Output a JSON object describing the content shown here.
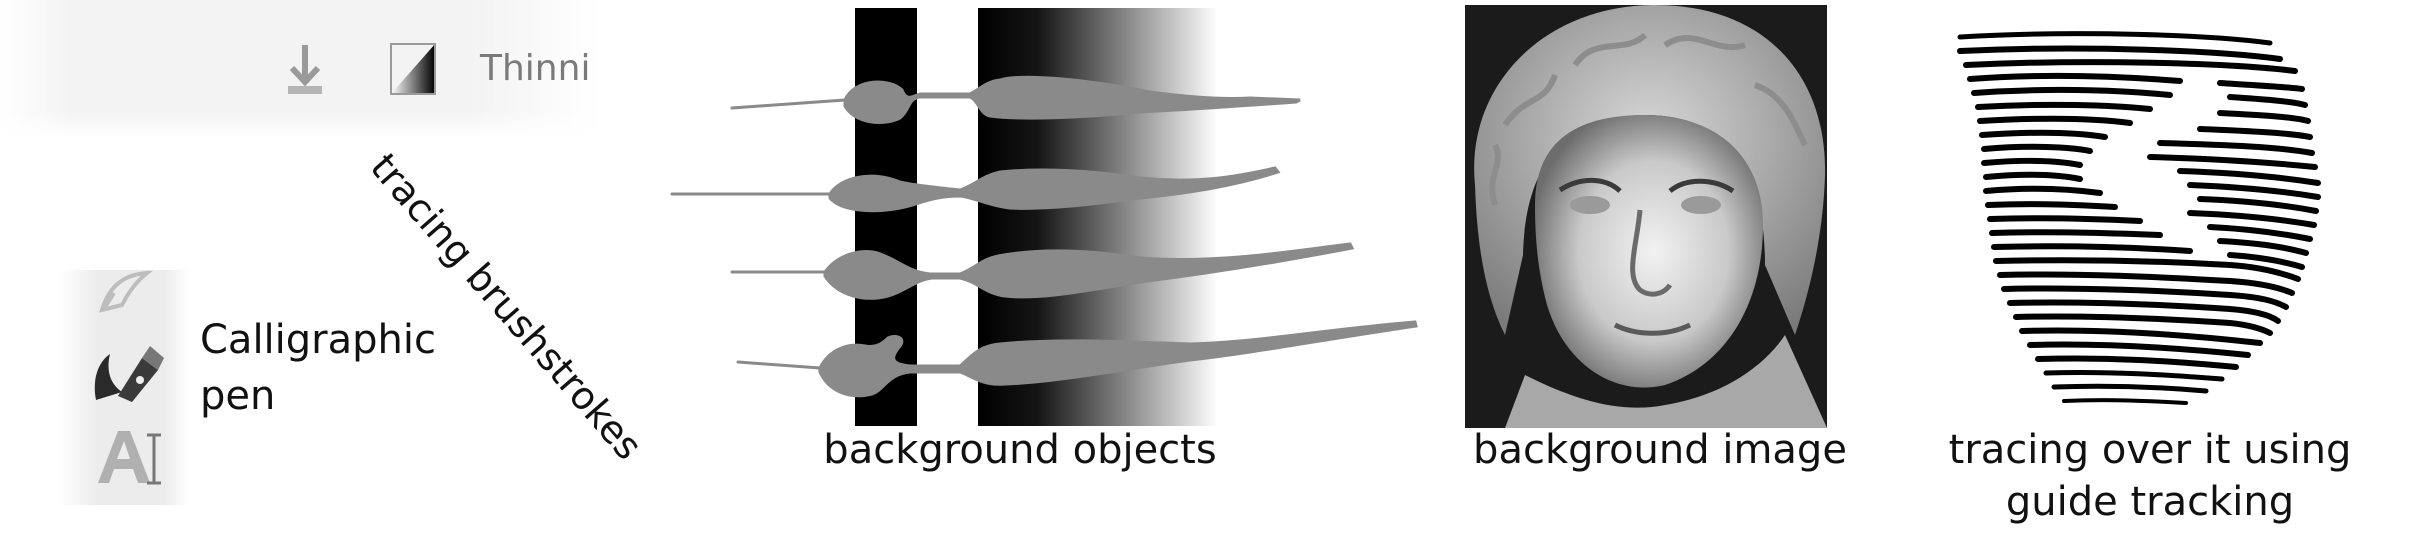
{
  "toolbar": {
    "thinning_label": "Thinni",
    "icons": [
      "import-arrow-icon",
      "gradient-swatch-icon"
    ]
  },
  "toolbox": {
    "tool_label_line1": "Calligraphic",
    "tool_label_line2": "pen",
    "icons": [
      "pencil-tool-icon",
      "calligraphic-pen-icon",
      "text-tool-icon"
    ]
  },
  "labels": {
    "tracing_brushstrokes": "tracing brushstrokes"
  },
  "captions": {
    "background_objects": "background objects",
    "background_image": "background image",
    "guide_line1": "tracing over it using",
    "guide_line2": "guide tracking"
  },
  "colors": {
    "stroke_gray": "#8a8a8a",
    "black": "#000000",
    "panel_gray": "#f3f3f3"
  }
}
